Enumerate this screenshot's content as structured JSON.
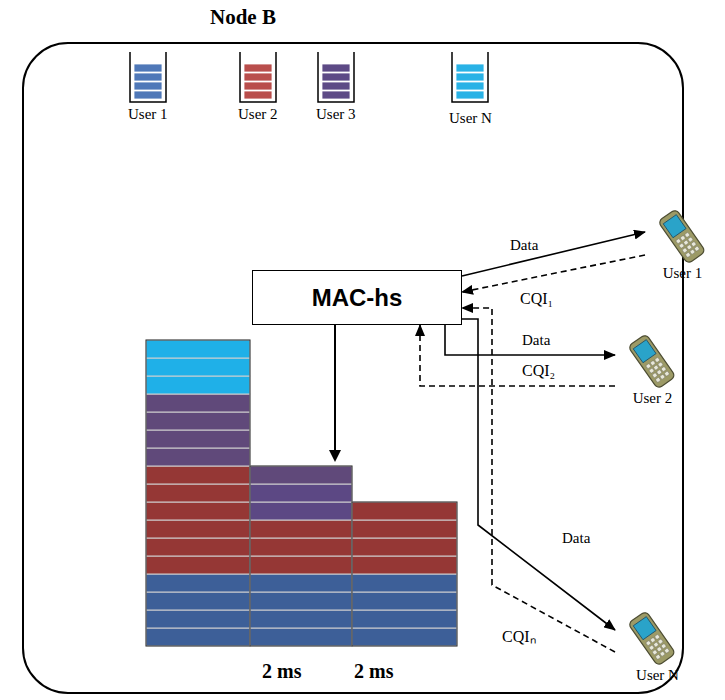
{
  "diagram": {
    "nodes": [
      {
        "text": [
          "Node B"
        ]
      },
      {
        "text": [
          "MAC-hs"
        ],
        "in": 0
      },
      {
        "text": [
          "User 1"
        ]
      },
      {
        "text": [
          "User 2"
        ]
      },
      {
        "text": [
          "User N"
        ]
      }
    ],
    "edges": [
      {
        "from": 1,
        "to": 2,
        "arrow": "to",
        "label": "Data"
      },
      {
        "from": 2,
        "to": 1,
        "arrow": "to",
        "label": "CQI₁"
      },
      {
        "from": 1,
        "to": 3,
        "arrow": "to",
        "label": "Data"
      },
      {
        "from": 3,
        "to": 1,
        "arrow": "to",
        "label": "CQI₂"
      },
      {
        "from": 1,
        "to": 4,
        "arrow": "to",
        "label": "Data"
      },
      {
        "from": 4,
        "to": 1,
        "arrow": "to",
        "label": "CQIₙ"
      }
    ],
    "labels": [
      "User 1",
      "User 2",
      "User 3",
      "User N",
      "2 ms",
      "2 ms"
    ]
  }
}
